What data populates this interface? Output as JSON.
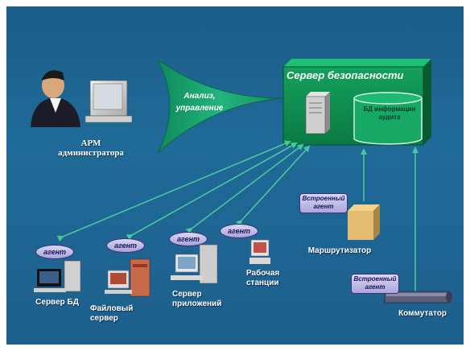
{
  "diagram": {
    "analysis_label": "Анализ,\nуправление",
    "security_server_title": "Сервер безопасности",
    "audit_db_label": "БД информации аудита",
    "admin_station_label": "АРМ\nадминистратора",
    "agent_label": "агент",
    "embedded_agent_label": "Встроенный агент",
    "nodes": {
      "db_server": "Сервер БД",
      "file_server": "Файловый\nсервер",
      "app_server": "Сервер\nприложений",
      "workstation": "Рабочая\nстанции",
      "router": "Маршрутизатор",
      "switch": "Коммутатор"
    }
  },
  "colors": {
    "background": "#1f6694",
    "server_box": "#0d8a4e",
    "server_box_dark": "#08663a",
    "cone": "#1fb27a",
    "arrow": "#49c79a",
    "agent_fill": "#b8b2e4"
  }
}
